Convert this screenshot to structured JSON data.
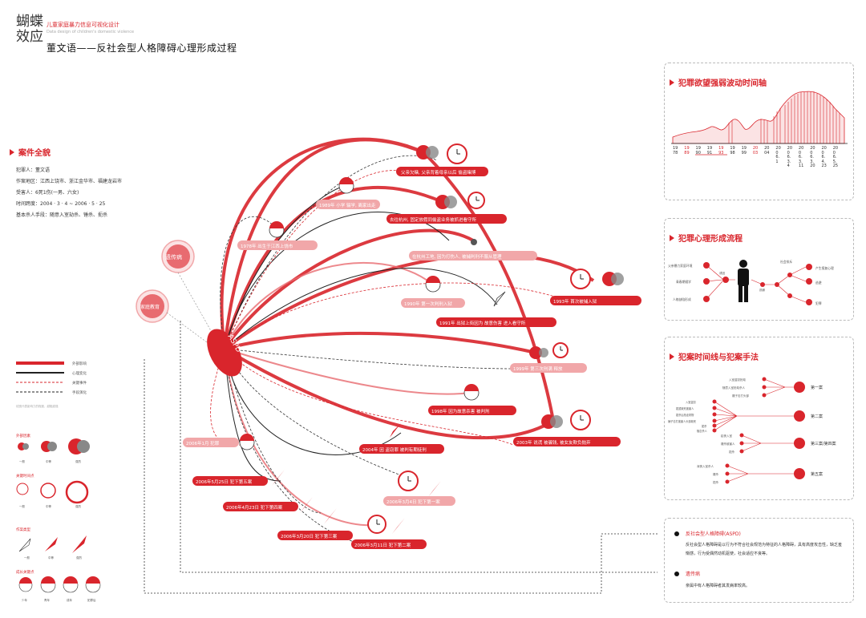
{
  "header": {
    "logo": "蝴蝶效应",
    "project_title": "儿童家庭暴力信息可视化设计",
    "project_subtitle": "Data design of children's domestic violence",
    "main_title": "董文语——反社会型人格障碍心理形成过程"
  },
  "case": {
    "section_title": "案件全貌",
    "lines": [
      "犯罪人：董文语",
      "作案地区：江西上饶市、浙江金华市、福建龙岩市",
      "受害人：6死1伤(一男、六女)",
      "时间跨度：2004 · 3 · 4 ~ 2006 · 5 · 25",
      "基本杀人手段：随意入室劫杀、锤杀、扼杀"
    ]
  },
  "center_node": "ASPD",
  "side_nodes": {
    "genetic": "遗传病",
    "family": "家庭教育"
  },
  "events": [
    "父亲欠赌, 父亲背着母亲以后 偷盗赌博",
    "1989年 小学 辍学, 离家出走",
    "去往杭州, 固定放假同偷盗业务被抓进看守所",
    "1978年 出生于江西上饶市",
    "在杭州工地, 因为打伤人, 被捕判刑不服从管理",
    "1993年 首次被捕入狱",
    "1990年 第一次判刑入狱",
    "1991年 出狱上街因为 故意伤害 进入看守所",
    "1999年 第三次刑满 释放",
    "1998年 因为故意杀害 被判刑",
    "2003年 说谎 被骗钱, 被女友欺负抛弃",
    "2004年 因 盗窃罪 被判有期徒刑",
    "2006年1月 犯罪",
    "2006年5月25日 犯下第五案",
    "2006年4月23日 犯下第四案",
    "2006年3月4日 犯下第一案",
    "2006年3月20日 犯下第三案",
    "2006年3月11日 犯下第二案"
  ],
  "legend": {
    "line_types": [
      "外部影响",
      "心理变化",
      "关键事件",
      "手段演化"
    ],
    "note": "线宽代表影响力的程度，越粗越强",
    "groups": [
      {
        "title": "外部因素",
        "items": [
          "一般",
          "中等",
          "强烈"
        ]
      },
      {
        "title": "关键时间点",
        "items": [
          "一般",
          "中等",
          "强烈"
        ]
      },
      {
        "title": "作案类型",
        "items": [
          "一般",
          "中等",
          "强烈"
        ]
      },
      {
        "title": "成长关键点",
        "items": [
          "少年",
          "青年",
          "成年",
          "犯罪后"
        ]
      }
    ]
  },
  "panel_timeline": {
    "title": "犯罪欲望强弱波动时间轴",
    "years": [
      "1978",
      "1989",
      "1990",
      "1991",
      "1993",
      "1998",
      "1999",
      "2003",
      "2004",
      "2006.1",
      "2006.3.4",
      "2006.3.11",
      "2006.3.20",
      "2006.4.23",
      "2006.5.25"
    ]
  },
  "panel_flow": {
    "title": "犯罪心理形成流程",
    "left_labels": [
      "父亲暴力家庭环境",
      "青春期辍学",
      "人格缺陷形成"
    ],
    "right_labels": [
      "社会排斥",
      "产生报复心理",
      "逃避",
      "犯罪"
    ],
    "center_labels": [
      "诱因",
      "孤僻"
    ]
  },
  "panel_methods": {
    "title": "犯案时间线与犯案手法",
    "cases": [
      {
        "label": "第一案",
        "methods": [
          "入室盗窃抢劫",
          "随意入室抢劫杀人",
          "锤子击打头部"
        ]
      },
      {
        "label": "第二案",
        "methods": [
          "入室盗窃",
          "扼颈致死被害人",
          "扼杀后抢走财物",
          "锤子击打被害人头部致死",
          "扼杀",
          "随意杀人"
        ]
      },
      {
        "label": "第三案/第四案",
        "methods": [
          "趁夜入室",
          "锤杀被害人",
          "扼杀"
        ]
      },
      {
        "label": "第五案",
        "methods": [
          "深夜入室杀人",
          "锤杀",
          "扼杀"
        ]
      }
    ]
  },
  "panel_def": {
    "aspd_title": "反社会型人格障碍(ASPD)",
    "aspd_text": "反社会型人格障碍是以行为不符合社会规范为特征的人格障碍，具有高度攻击性，缺乏羞惭感，行为受偶然动机驱使，社会适应不良等。",
    "genetic_title": "遗传病",
    "genetic_text": "亲属中有人格障碍者其发病率较高。"
  },
  "colors": {
    "accent": "#d9252c",
    "light_red": "#f1a7a9",
    "grey": "#888888"
  }
}
